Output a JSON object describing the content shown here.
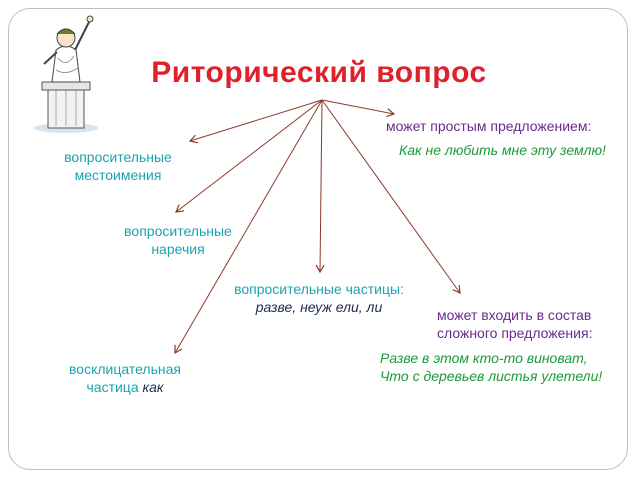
{
  "title": "Риторический вопрос",
  "branches": {
    "pronouns": {
      "line1": "вопросительные",
      "line2": "местоимения"
    },
    "adverbs": {
      "line1": "вопросительные",
      "line2": "наречия"
    },
    "particles": {
      "label": "вопросительные частицы:",
      "examples": "разве, неуж ели, ли"
    },
    "exclamatory": {
      "line1": "восклицательная",
      "line2_prefix": "частица ",
      "example": "как"
    },
    "simple_sentence": {
      "label": "может простым предложением:",
      "example": "Как не любить мне эту землю!"
    },
    "complex_sentence": {
      "line1": "может входить в состав",
      "line2": "сложного предложения:",
      "example_line1": "Разве в этом кто-то виноват,",
      "example_line2": "Что с деревьев листья улетели!"
    }
  },
  "colors": {
    "title": "#e0202a",
    "branch_label": "#1aa3b0",
    "sentence_label": "#6b2a8a",
    "example": "#1c9a3a",
    "particle_example": "#1f2a55",
    "arrow": "#8b3a2a"
  }
}
